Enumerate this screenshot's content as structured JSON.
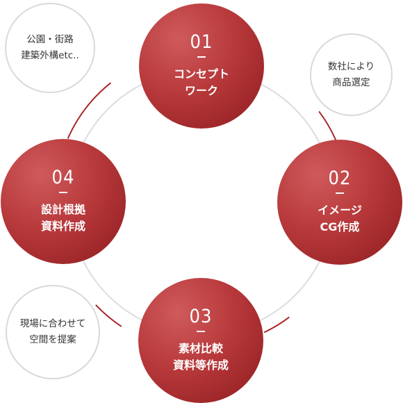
{
  "steps": [
    {
      "number": "01",
      "lines": [
        "コンセプト",
        "ワーク"
      ]
    },
    {
      "number": "02",
      "lines": [
        "イメージ",
        "CG作成"
      ]
    },
    {
      "number": "03",
      "lines": [
        "素材比較",
        "資料等作成"
      ]
    },
    {
      "number": "04",
      "lines": [
        "設計根拠",
        "資料作成"
      ]
    }
  ],
  "notes": [
    {
      "lines": [
        "公園・街路",
        "建築外構etc.."
      ]
    },
    {
      "lines": [
        "数社により",
        "商品選定"
      ]
    },
    {
      "lines": [
        "現場に合わせて",
        "空間を提案"
      ]
    }
  ],
  "colors": {
    "step_fill_light": "#cf5a5c",
    "step_fill": "#b8393b",
    "step_fill_dark": "#8d1b1e",
    "ring": "#dcdcdc",
    "accent_arc": "#a8262a",
    "note_border": "#d9d9d9",
    "note_text": "#333333"
  }
}
